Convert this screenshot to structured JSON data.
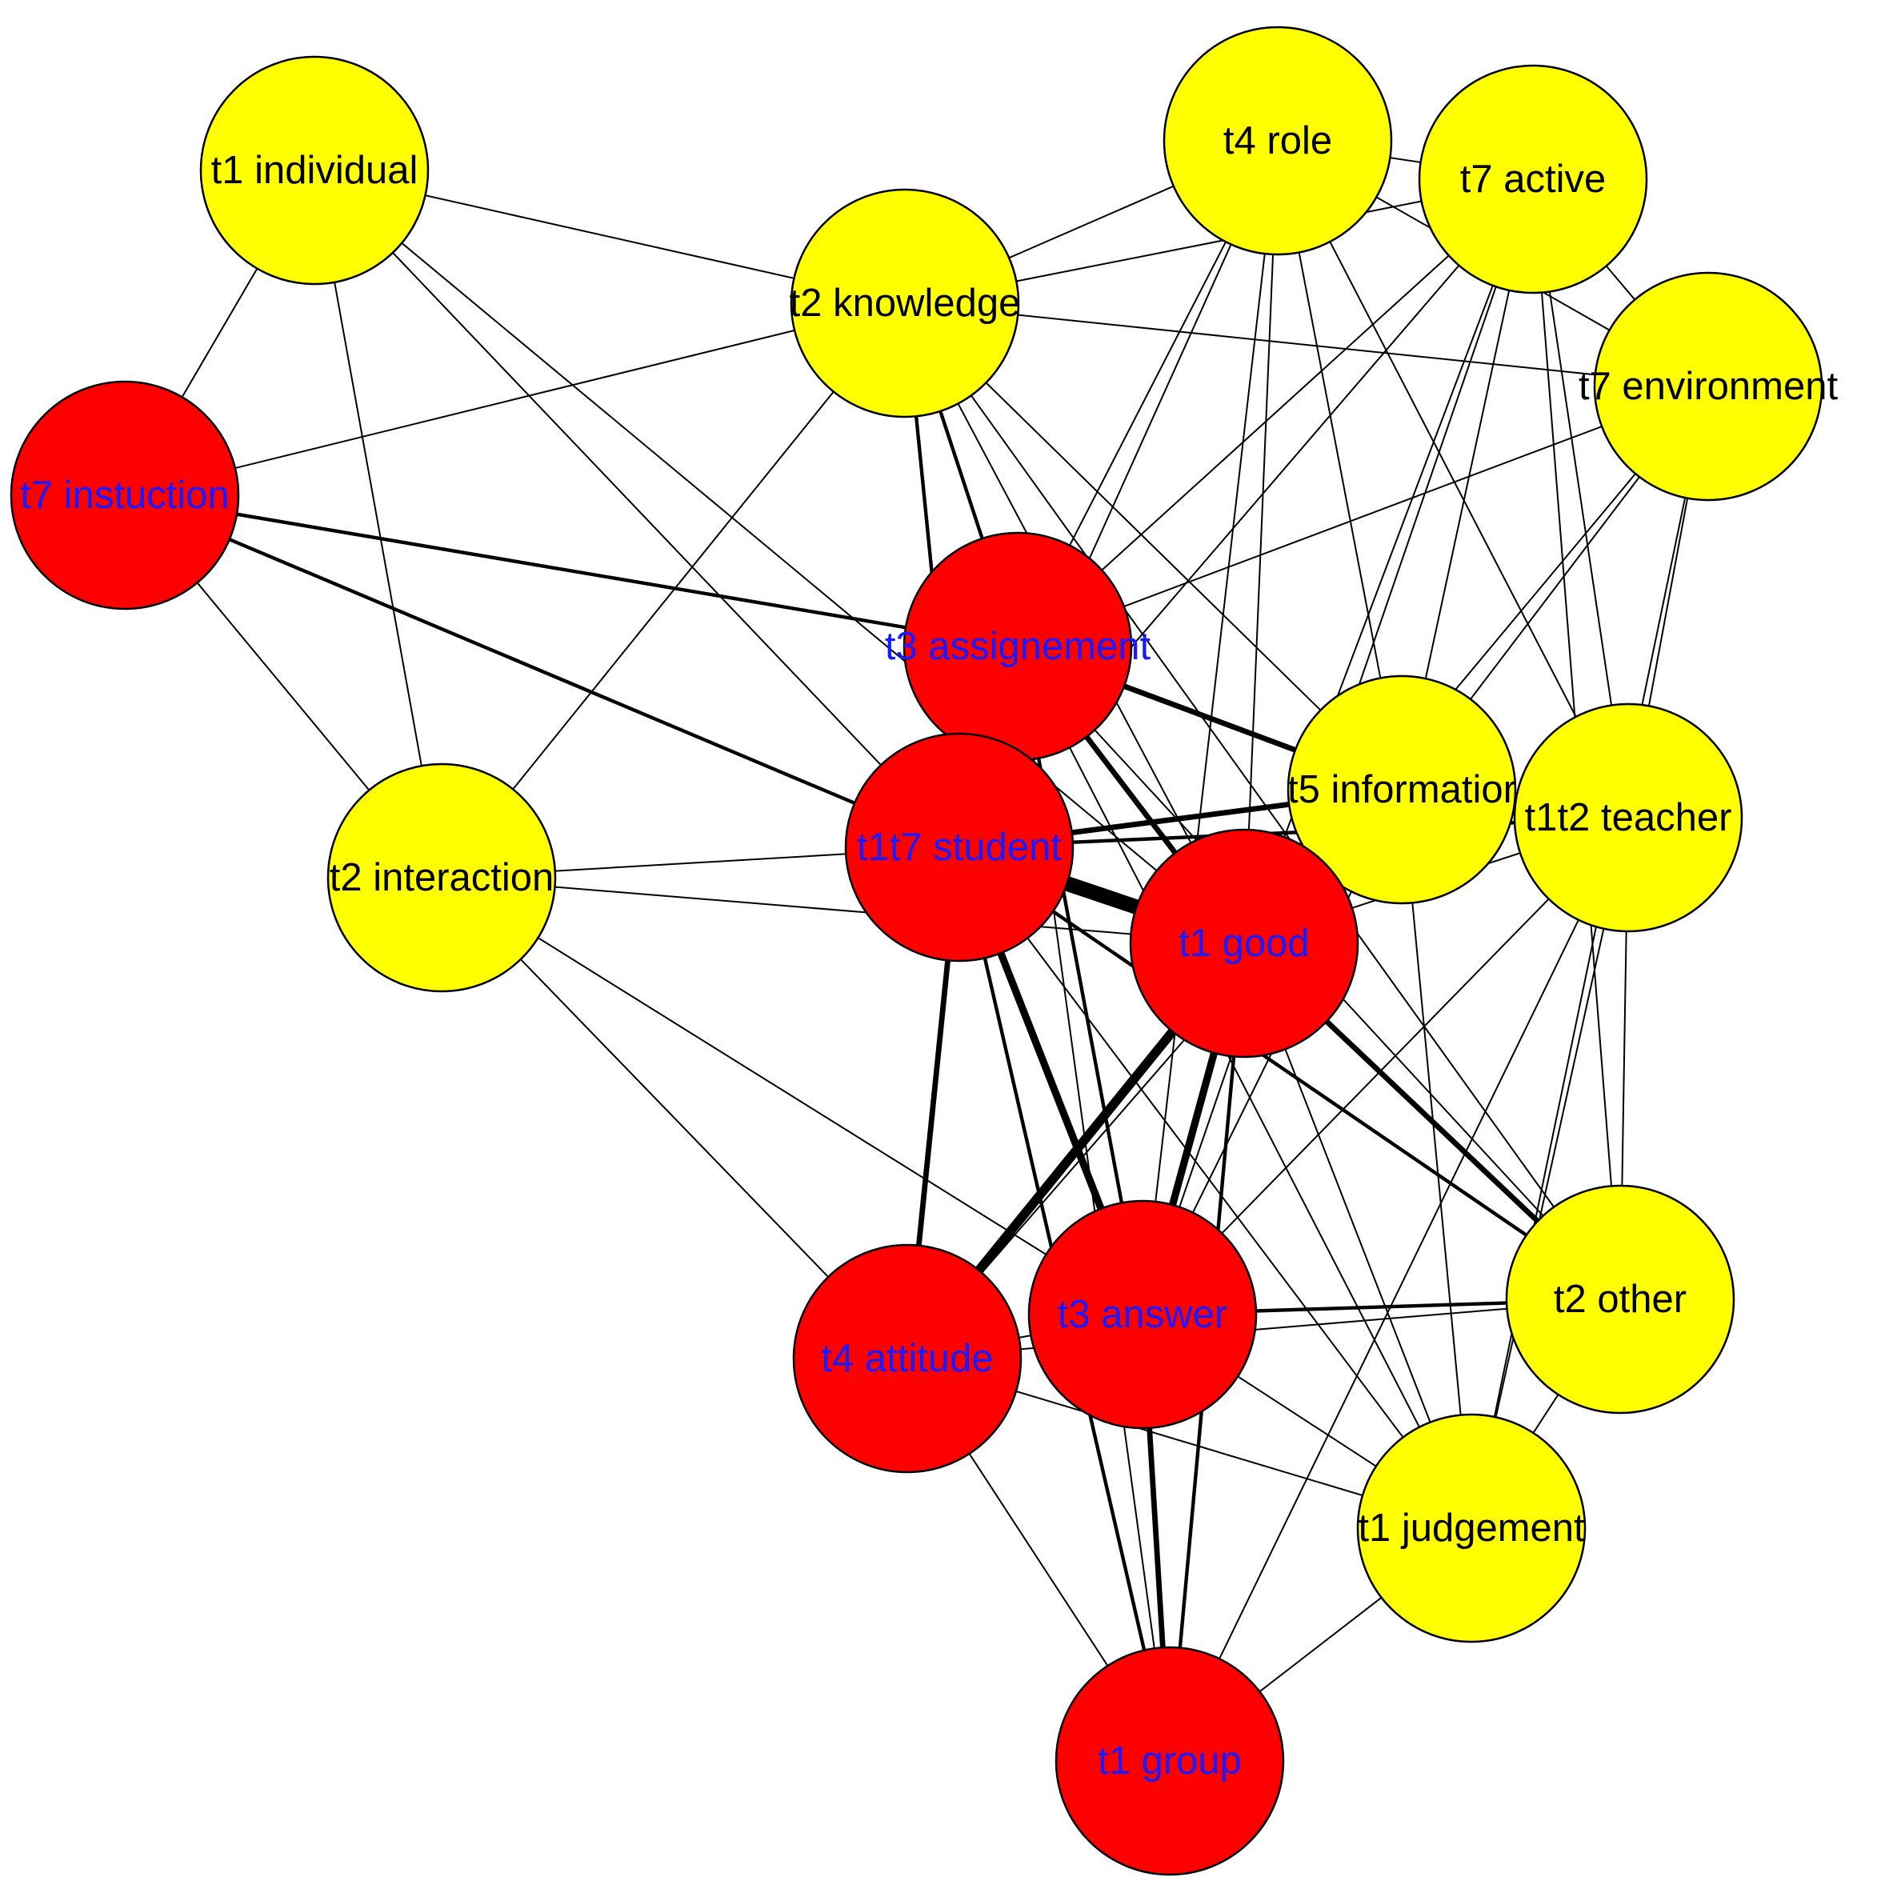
{
  "colors": {
    "core_node": "#ff0000",
    "peripheral_node": "#ffff00",
    "core_label": "#1a1aff",
    "peripheral_label": "#000000",
    "edge": "#000000"
  },
  "nodes": [
    {
      "id": "individual",
      "label": "t1 individual",
      "group": "peripheral"
    },
    {
      "id": "knowledge",
      "label": "t2 knowledge",
      "group": "peripheral"
    },
    {
      "id": "role",
      "label": "t4 role",
      "group": "peripheral"
    },
    {
      "id": "active",
      "label": "t7 active",
      "group": "peripheral"
    },
    {
      "id": "environment",
      "label": "t7 environment",
      "group": "peripheral"
    },
    {
      "id": "instuction",
      "label": "t7 instuction",
      "group": "core"
    },
    {
      "id": "assignement",
      "label": "t3 assignement",
      "group": "core"
    },
    {
      "id": "information",
      "label": "t5 informatior",
      "group": "peripheral"
    },
    {
      "id": "teacher",
      "label": "t1t2 teacher",
      "group": "peripheral"
    },
    {
      "id": "student",
      "label": "t1t7 student",
      "group": "core"
    },
    {
      "id": "interaction",
      "label": "t2 interaction",
      "group": "peripheral"
    },
    {
      "id": "good",
      "label": "t1 good",
      "group": "core"
    },
    {
      "id": "other",
      "label": "t2 other",
      "group": "peripheral"
    },
    {
      "id": "attitude",
      "label": "t4 attitude",
      "group": "core"
    },
    {
      "id": "answer",
      "label": "t3 answer",
      "group": "core"
    },
    {
      "id": "judgement",
      "label": "t1 judgement",
      "group": "peripheral"
    },
    {
      "id": "group",
      "label": "t1 group",
      "group": "core"
    }
  ],
  "edges": [
    {
      "source": "individual",
      "target": "knowledge",
      "weight": 1
    },
    {
      "source": "individual",
      "target": "instuction",
      "weight": 1
    },
    {
      "source": "individual",
      "target": "interaction",
      "weight": 1
    },
    {
      "source": "individual",
      "target": "student",
      "weight": 1
    },
    {
      "source": "individual",
      "target": "good",
      "weight": 1
    },
    {
      "source": "knowledge",
      "target": "role",
      "weight": 1
    },
    {
      "source": "knowledge",
      "target": "active",
      "weight": 1
    },
    {
      "source": "knowledge",
      "target": "environment",
      "weight": 1
    },
    {
      "source": "knowledge",
      "target": "instuction",
      "weight": 1
    },
    {
      "source": "knowledge",
      "target": "interaction",
      "weight": 1
    },
    {
      "source": "knowledge",
      "target": "assignement",
      "weight": 2
    },
    {
      "source": "knowledge",
      "target": "student",
      "weight": 2
    },
    {
      "source": "knowledge",
      "target": "good",
      "weight": 1
    },
    {
      "source": "knowledge",
      "target": "information",
      "weight": 1
    },
    {
      "source": "knowledge",
      "target": "other",
      "weight": 1
    },
    {
      "source": "role",
      "target": "active",
      "weight": 1
    },
    {
      "source": "role",
      "target": "environment",
      "weight": 1
    },
    {
      "source": "role",
      "target": "assignement",
      "weight": 1
    },
    {
      "source": "role",
      "target": "student",
      "weight": 1
    },
    {
      "source": "role",
      "target": "good",
      "weight": 1
    },
    {
      "source": "role",
      "target": "information",
      "weight": 1
    },
    {
      "source": "role",
      "target": "teacher",
      "weight": 1
    },
    {
      "source": "role",
      "target": "answer",
      "weight": 1
    },
    {
      "source": "active",
      "target": "environment",
      "weight": 1
    },
    {
      "source": "active",
      "target": "assignement",
      "weight": 1
    },
    {
      "source": "active",
      "target": "student",
      "weight": 1
    },
    {
      "source": "active",
      "target": "good",
      "weight": 1
    },
    {
      "source": "active",
      "target": "information",
      "weight": 1
    },
    {
      "source": "active",
      "target": "teacher",
      "weight": 1
    },
    {
      "source": "active",
      "target": "other",
      "weight": 1
    },
    {
      "source": "active",
      "target": "answer",
      "weight": 1
    },
    {
      "source": "environment",
      "target": "assignement",
      "weight": 1
    },
    {
      "source": "environment",
      "target": "information",
      "weight": 1
    },
    {
      "source": "environment",
      "target": "teacher",
      "weight": 1
    },
    {
      "source": "environment",
      "target": "good",
      "weight": 1
    },
    {
      "source": "environment",
      "target": "judgement",
      "weight": 1
    },
    {
      "source": "instuction",
      "target": "assignement",
      "weight": 2
    },
    {
      "source": "instuction",
      "target": "student",
      "weight": 2
    },
    {
      "source": "instuction",
      "target": "interaction",
      "weight": 1
    },
    {
      "source": "assignement",
      "target": "student",
      "weight": 3
    },
    {
      "source": "assignement",
      "target": "information",
      "weight": 3
    },
    {
      "source": "assignement",
      "target": "good",
      "weight": 3
    },
    {
      "source": "assignement",
      "target": "answer",
      "weight": 2
    },
    {
      "source": "assignement",
      "target": "other",
      "weight": 1
    },
    {
      "source": "assignement",
      "target": "judgement",
      "weight": 1
    },
    {
      "source": "assignement",
      "target": "group",
      "weight": 1
    },
    {
      "source": "information",
      "target": "student",
      "weight": 3
    },
    {
      "source": "information",
      "target": "good",
      "weight": 2
    },
    {
      "source": "information",
      "target": "teacher",
      "weight": 1
    },
    {
      "source": "information",
      "target": "attitude",
      "weight": 1
    },
    {
      "source": "information",
      "target": "answer",
      "weight": 1
    },
    {
      "source": "information",
      "target": "judgement",
      "weight": 1
    },
    {
      "source": "teacher",
      "target": "student",
      "weight": 2
    },
    {
      "source": "teacher",
      "target": "good",
      "weight": 1
    },
    {
      "source": "teacher",
      "target": "other",
      "weight": 1
    },
    {
      "source": "teacher",
      "target": "answer",
      "weight": 1
    },
    {
      "source": "teacher",
      "target": "judgement",
      "weight": 1
    },
    {
      "source": "teacher",
      "target": "group",
      "weight": 1
    },
    {
      "source": "student",
      "target": "interaction",
      "weight": 1
    },
    {
      "source": "student",
      "target": "good",
      "weight": 8
    },
    {
      "source": "student",
      "target": "attitude",
      "weight": 3
    },
    {
      "source": "student",
      "target": "answer",
      "weight": 4
    },
    {
      "source": "student",
      "target": "other",
      "weight": 2
    },
    {
      "source": "student",
      "target": "judgement",
      "weight": 1
    },
    {
      "source": "student",
      "target": "group",
      "weight": 2
    },
    {
      "source": "interaction",
      "target": "good",
      "weight": 1
    },
    {
      "source": "interaction",
      "target": "attitude",
      "weight": 1
    },
    {
      "source": "interaction",
      "target": "answer",
      "weight": 1
    },
    {
      "source": "good",
      "target": "attitude",
      "weight": 5
    },
    {
      "source": "good",
      "target": "answer",
      "weight": 4
    },
    {
      "source": "good",
      "target": "other",
      "weight": 3
    },
    {
      "source": "good",
      "target": "judgement",
      "weight": 1
    },
    {
      "source": "good",
      "target": "group",
      "weight": 2
    },
    {
      "source": "attitude",
      "target": "answer",
      "weight": 1
    },
    {
      "source": "attitude",
      "target": "other",
      "weight": 1
    },
    {
      "source": "attitude",
      "target": "judgement",
      "weight": 1
    },
    {
      "source": "attitude",
      "target": "group",
      "weight": 1
    },
    {
      "source": "answer",
      "target": "other",
      "weight": 2
    },
    {
      "source": "answer",
      "target": "judgement",
      "weight": 1
    },
    {
      "source": "answer",
      "target": "group",
      "weight": 3
    },
    {
      "source": "other",
      "target": "judgement",
      "weight": 1
    },
    {
      "source": "judgement",
      "target": "group",
      "weight": 1
    }
  ]
}
